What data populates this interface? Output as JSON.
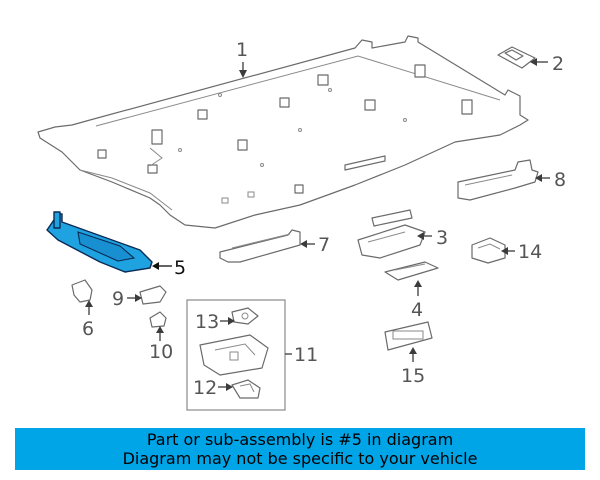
{
  "callouts": {
    "c1": "1",
    "c2": "2",
    "c3": "3",
    "c4": "4",
    "c5": "5",
    "c6": "6",
    "c7": "7",
    "c8": "8",
    "c9": "9",
    "c10": "10",
    "c11": "11",
    "c12": "12",
    "c13": "13",
    "c14": "14",
    "c15": "15"
  },
  "highlight": {
    "part": "5",
    "color": "#1fa3e0"
  },
  "banner": {
    "line1": "Part or sub-assembly is #5 in diagram",
    "line2": "Diagram may not be specific to your vehicle",
    "color": "#00a5e8"
  }
}
